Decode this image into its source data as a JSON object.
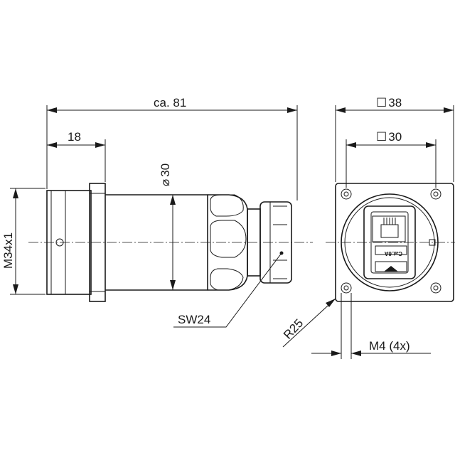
{
  "dimensions": {
    "overall_length": "ca. 81",
    "flange_offset": "18",
    "body_diameter": "30",
    "thread": "M34x1",
    "wrench_size": "SW24",
    "flange_square": "38",
    "hole_spacing": "30",
    "radius": "R25",
    "mount_screws": "M4 (4x)"
  },
  "symbols": {
    "diameter": "⌀",
    "square": "☐"
  },
  "labels": {
    "jack_marking": "Cat.6A"
  }
}
